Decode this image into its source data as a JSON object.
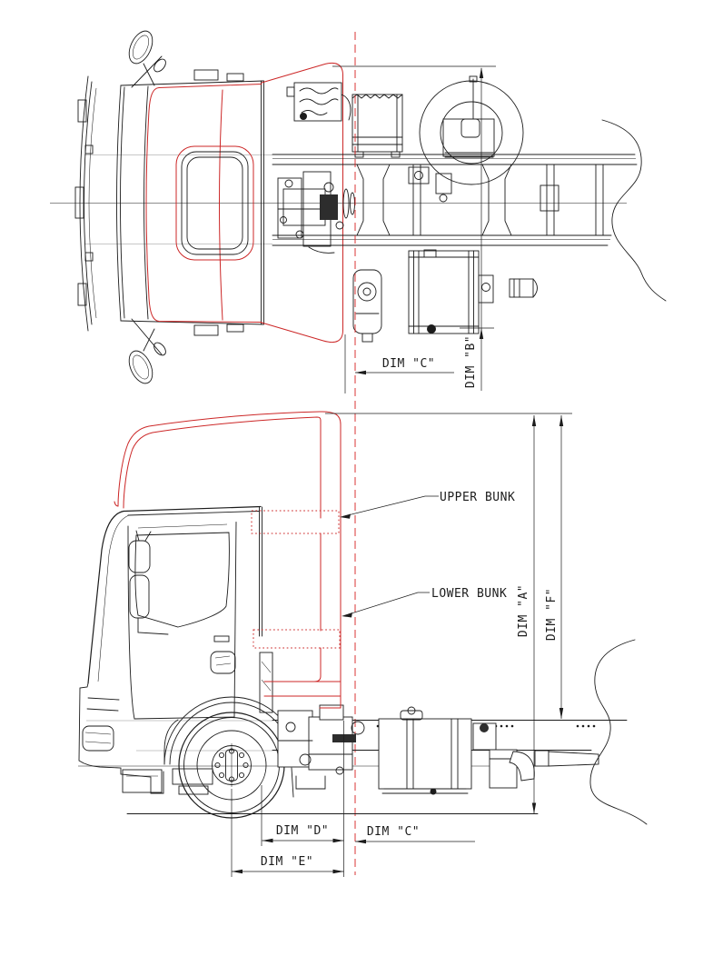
{
  "drawing": {
    "type": "truck-sleeper-cab-conversion-blueprint",
    "colors": {
      "line": "#1c1c1c",
      "modification_red": "#cc2727",
      "centerline_red": "#d42020",
      "construction_gray": "#8f8f8f",
      "background": "#ffffff"
    },
    "top_view": {
      "dim_c_label": "DIM \"C\"",
      "dim_b_label": "DIM \"B\""
    },
    "side_view": {
      "upper_bunk_label": "UPPER BUNK",
      "lower_bunk_label": "LOWER BUNK",
      "dim_a_label": "DIM \"A\"",
      "dim_f_label": "DIM \"F\"",
      "dim_d_label": "DIM \"D\"",
      "dim_c_label": "DIM \"C\"",
      "dim_e_label": "DIM \"E\""
    }
  }
}
